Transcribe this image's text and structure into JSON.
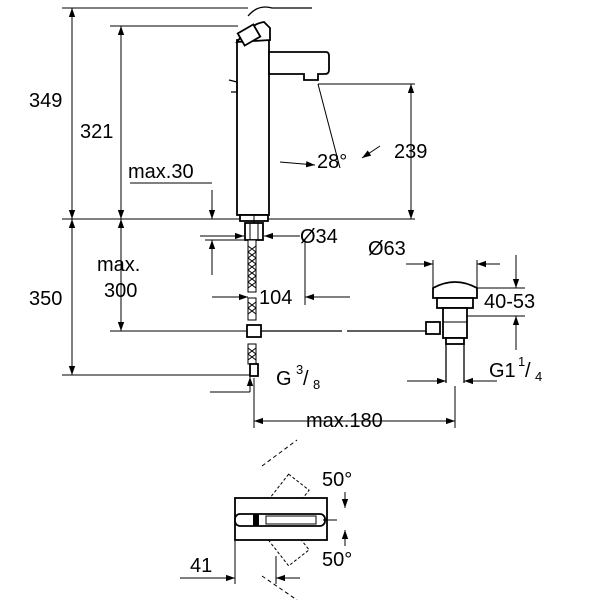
{
  "dimensions": {
    "total_height": "349",
    "spout_height": "321",
    "max30": "max.30",
    "outlet_height": "239",
    "angle": "28°",
    "dia34": "Ø34",
    "dia63": "Ø63",
    "max_label": "max.",
    "max_300": "300",
    "dim_350": "350",
    "dim_104": "104",
    "range_40_53": "40-53",
    "g_left_prefix": "G",
    "g_left_num": "3",
    "g_left_den": "8",
    "g_right_prefix": "G1",
    "g_right_num": "1",
    "g_right_den": "4",
    "max180": "max.180",
    "angle_top": "50°",
    "angle_bottom": "50°",
    "dim_41": "41"
  }
}
